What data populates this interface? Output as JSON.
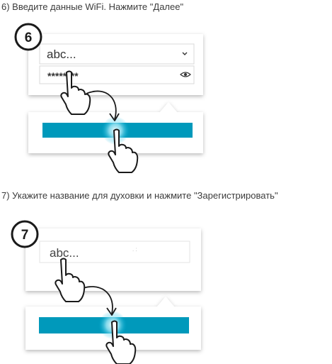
{
  "step6": {
    "caption": "6) Введите данные WiFi. Нажмите \"Далее\"",
    "badge": "6",
    "network_value": "abc...",
    "password_value": "********",
    "dropdown_icon": "chevron-down-icon",
    "visibility_icon": "eye-icon",
    "next_button_color": "#0099bb"
  },
  "step7": {
    "caption": "7) Укажите название для духовки и нажмите \"Зарегистрировать\"",
    "badge": "7",
    "name_value": "abc...",
    "register_button_color": "#0099bb"
  }
}
